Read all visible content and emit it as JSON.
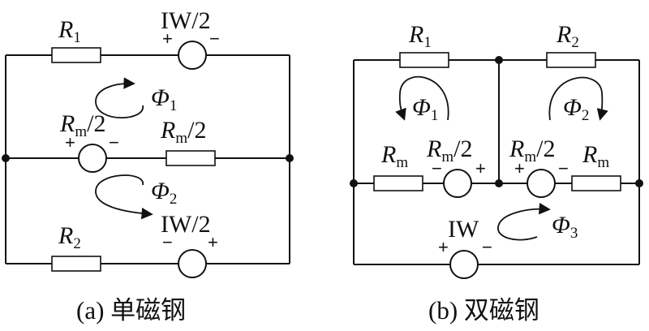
{
  "panel_a": {
    "caption": "(a) 单磁钢",
    "r1": {
      "letter": "R",
      "sub": "1"
    },
    "r2": {
      "letter": "R",
      "sub": "2"
    },
    "rm_src": {
      "letter": "R",
      "sub": "m",
      "tail": "/2"
    },
    "rm_res": {
      "letter": "R",
      "sub": "m",
      "tail": "/2"
    },
    "iw_top": "IW/2",
    "iw_bottom": "IW/2",
    "phi1": {
      "letter": "Φ",
      "sub": "1"
    },
    "phi2": {
      "letter": "Φ",
      "sub": "2"
    },
    "plus": "+",
    "minus": "−"
  },
  "panel_b": {
    "caption": "(b) 双磁钢",
    "r1": {
      "letter": "R",
      "sub": "1"
    },
    "r2": {
      "letter": "R",
      "sub": "2"
    },
    "rm_left": {
      "letter": "R",
      "sub": "m"
    },
    "rm_right": {
      "letter": "R",
      "sub": "m"
    },
    "rm_src_left": {
      "letter": "R",
      "sub": "m",
      "tail": "/2"
    },
    "rm_src_right": {
      "letter": "R",
      "sub": "m",
      "tail": "/2"
    },
    "iw": "IW",
    "phi1": {
      "letter": "Φ",
      "sub": "1"
    },
    "phi2": {
      "letter": "Φ",
      "sub": "2"
    },
    "phi3": {
      "letter": "Φ",
      "sub": "3"
    },
    "plus": "+",
    "minus": "−"
  }
}
